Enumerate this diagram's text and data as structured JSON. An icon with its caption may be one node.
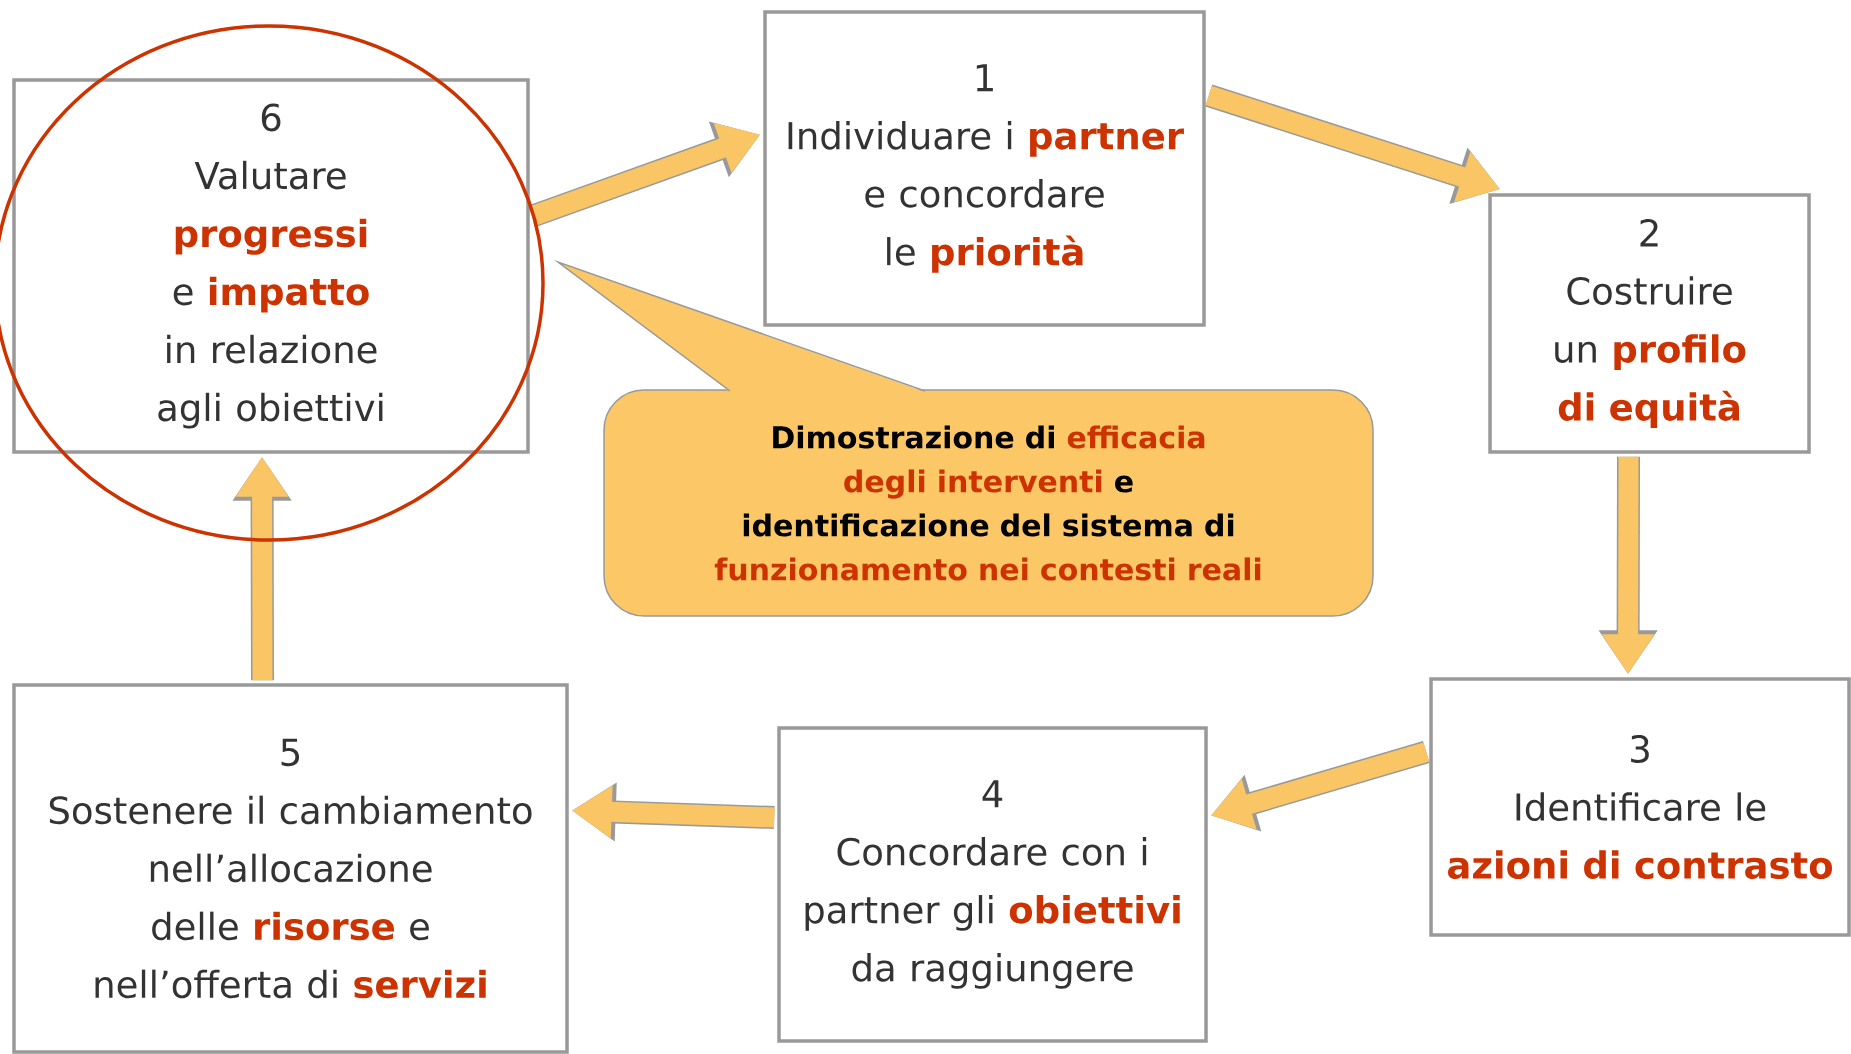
{
  "diagram": {
    "nodes": [
      {
        "text": [
          "1",
          "Individuare i **partner** e concordare le **priorità**"
        ]
      },
      {
        "text": [
          "2",
          "Costruire un **profilo di equità**"
        ]
      },
      {
        "text": [
          "3",
          "Identificare le **azioni di contrasto**"
        ]
      },
      {
        "text": [
          "4",
          "Concordare con i partner gli **obiettivi** da raggiungere"
        ]
      },
      {
        "text": [
          "5",
          "Sostenere il cambiamento nell’allocazione delle **risorse** e nell’offerta di **servizi**"
        ]
      },
      {
        "text": [
          "6",
          "Valutare **progressi** e **impatto** in relazione agli obiettivi"
        ]
      },
      {
        "text": [
          "Dimostrazione di **efficacia degli interventi** e identificazione del sistema di **funzionamento nei contesti reali**"
        ]
      }
    ],
    "edges": [
      {
        "from": 5,
        "to": 0,
        "arrow": "to"
      },
      {
        "from": 0,
        "to": 1,
        "arrow": "to"
      },
      {
        "from": 1,
        "to": 2,
        "arrow": "to"
      },
      {
        "from": 2,
        "to": 3,
        "arrow": "to"
      },
      {
        "from": 3,
        "to": 4,
        "arrow": "to"
      },
      {
        "from": 4,
        "to": 5,
        "arrow": "to"
      }
    ]
  }
}
